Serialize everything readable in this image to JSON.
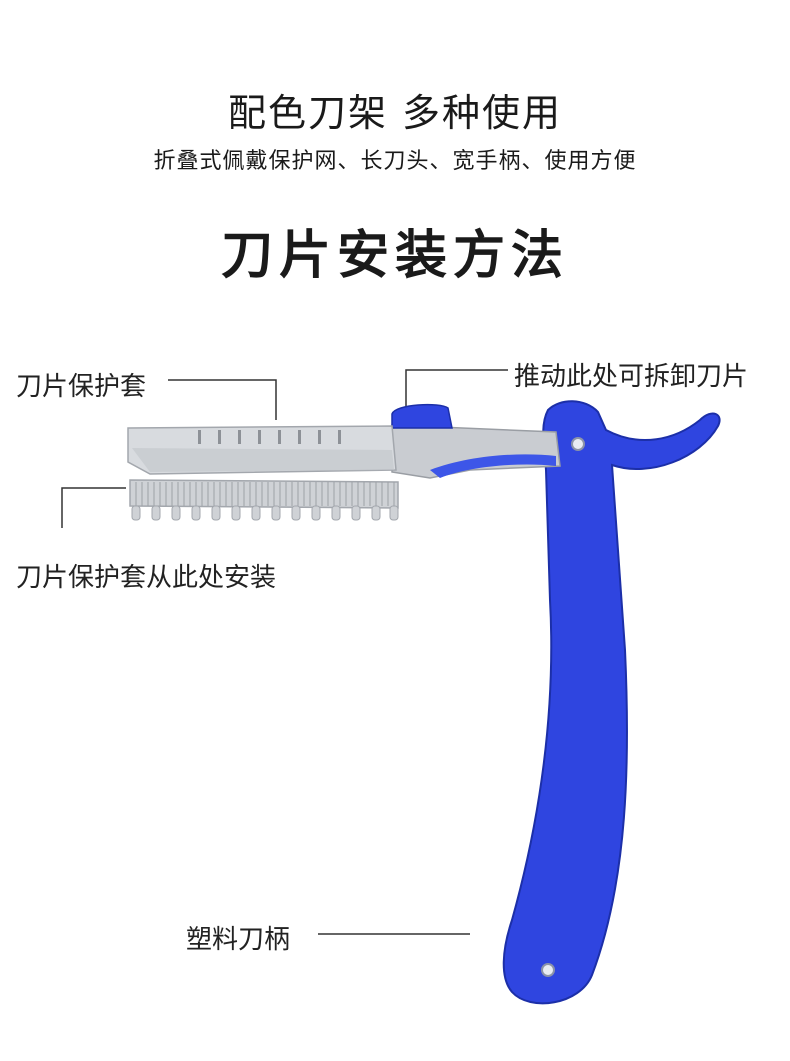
{
  "header": {
    "headline": "配色刀架 多种使用",
    "subline": "折叠式佩戴保护网、长刀头、宽手柄、使用方便"
  },
  "section": {
    "title": "刀片安装方法"
  },
  "callouts": {
    "guard": "刀片保护套",
    "release": "推动此处可拆卸刀片",
    "install": "刀片保护套从此处安装",
    "handle": "塑料刀柄"
  },
  "colors": {
    "handle": "#2f45e0",
    "handle_edge": "#1c2fa8",
    "blade": "#d4d7db",
    "blade_dark": "#a9adb2",
    "line": "#333333"
  }
}
